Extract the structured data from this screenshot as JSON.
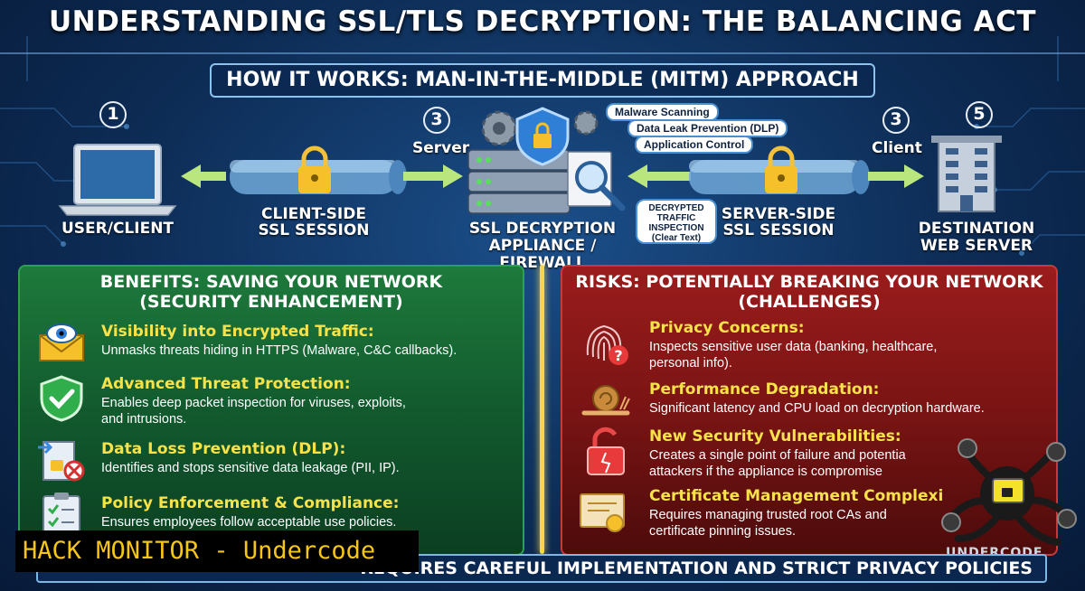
{
  "title": "UNDERSTANDING SSL/TLS DECRYPTION: THE BALANCING ACT",
  "subtitle": "HOW IT WORKS: MAN-IN-THE-MIDDLE (MITM) APPROACH",
  "flow": {
    "user": {
      "number": "1",
      "label_line1": "USER/CLIENT"
    },
    "server_step": {
      "number": "3",
      "label": "Server"
    },
    "client_step": {
      "number": "3",
      "label": "Client"
    },
    "dest": {
      "number": "5",
      "label_line1": "DESTINATION",
      "label_line2": "WEB SERVER"
    },
    "client_side": {
      "line1": "CLIENT-SIDE",
      "line2": "SSL SESSION"
    },
    "server_side": {
      "line1": "SERVER-SIDE",
      "line2": "SSL SESSION"
    },
    "appliance": {
      "line1": "SSL DECRYPTION",
      "line2": "APPLIANCE / FIREWALL"
    },
    "bubbles": [
      "Malware Scanning",
      "Data Leak Prevention (DLP)",
      "Application Control"
    ],
    "decrypted": {
      "line1": "DECRYPTED",
      "line2": "TRAFFIC",
      "line3": "INSPECTION",
      "line4": "(Clear Text)"
    }
  },
  "benefits": {
    "heading_line1": "BENEFITS: SAVING YOUR NETWORK",
    "heading_line2": "(SECURITY ENHANCEMENT)",
    "items": [
      {
        "icon": "eye-envelope-icon",
        "title": "Visibility into Encrypted Traffic:",
        "desc1": "Unmasks threats hiding in HTTPS (Malware, C&C callbacks).",
        "desc2": ""
      },
      {
        "icon": "shield-check-icon",
        "title": "Advanced Threat Protection:",
        "desc1": "Enables deep packet inspection for viruses, exploits,",
        "desc2": "and intrusions."
      },
      {
        "icon": "document-lock-icon",
        "title": "Data Loss Prevention (DLP):",
        "desc1": "Identifies and stops sensitive data leakage (PII, IP).",
        "desc2": ""
      },
      {
        "icon": "clipboard-check-icon",
        "title": "Policy Enforcement & Compliance:",
        "desc1": "Ensures employees follow acceptable use policies.",
        "desc2": ""
      }
    ]
  },
  "risks": {
    "heading_line1": "RISKS: POTENTIALLY BREAKING YOUR NETWORK",
    "heading_line2": "(CHALLENGES)",
    "items": [
      {
        "icon": "fingerprint-question-icon",
        "title": "Privacy Concerns:",
        "desc1": "Inspects sensitive user data (banking, healthcare,",
        "desc2": "personal info)."
      },
      {
        "icon": "snail-icon",
        "title": "Performance Degradation:",
        "desc1": "Significant latency and CPU load on decryption hardware.",
        "desc2": ""
      },
      {
        "icon": "broken-lock-icon",
        "title": "New Security Vulnerabilities:",
        "desc1": "Creates a single point of failure and potentia",
        "desc2": "attackers if the appliance is compromise"
      },
      {
        "icon": "certificate-icon",
        "title": "Certificate Management Complexi",
        "desc1": "Requires managing trusted root CAs and",
        "desc2": "certificate pinning issues."
      }
    ]
  },
  "bottom_text": "REQUIRES CAREFUL IMPLEMENTATION AND STRICT PRIVACY POLICIES",
  "watermark": "HACK MONITOR - Undercode",
  "logo_text": "UNDERCODE",
  "colors": {
    "accent_yellow": "#f7e24a",
    "green_panel": "#1e7a3c",
    "red_panel": "#9b1c1c",
    "background": "#0d2c55"
  }
}
